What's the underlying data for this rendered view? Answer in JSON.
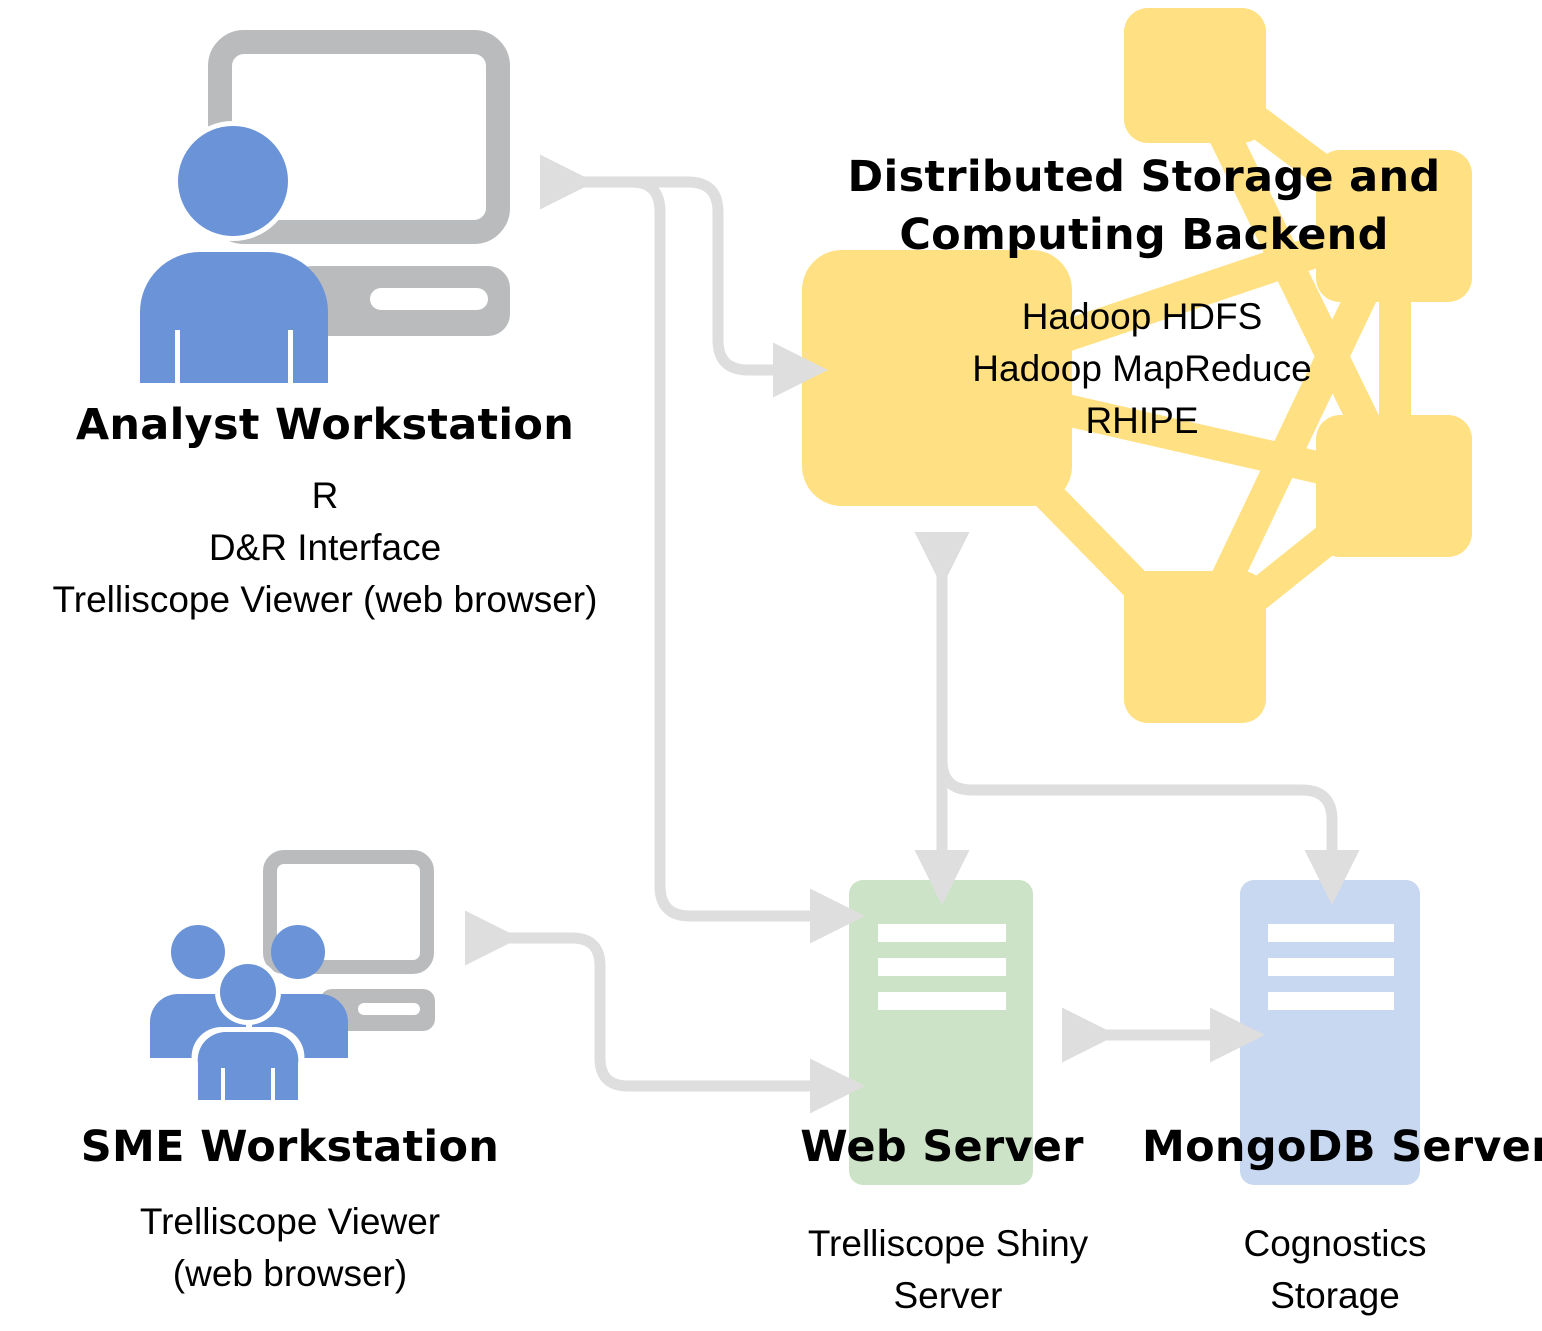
{
  "colors": {
    "person_blue": "#6a93d8",
    "monitor_gray": "#b9bbbd",
    "backend_yellow": "#ffe082",
    "web_server_green": "#cde3c8",
    "mongo_blue": "#c8d8f1",
    "arrow_gray": "#dedede"
  },
  "icons": {
    "analyst": "analyst-person-icon",
    "sme": "user-group-icon",
    "web_server": "server-icon",
    "mongo_server": "database-server-icon"
  },
  "analyst": {
    "title": "Analyst Workstation",
    "lines": [
      "R",
      "D&R Interface",
      "Trelliscope Viewer (web browser)"
    ]
  },
  "backend": {
    "title_line1": "Distributed Storage and",
    "title_line2": "Computing Backend",
    "lines": [
      "Hadoop HDFS",
      "Hadoop MapReduce",
      "RHIPE"
    ]
  },
  "sme": {
    "title": "SME Workstation",
    "lines": [
      "Trelliscope Viewer",
      "(web browser)"
    ]
  },
  "web_server": {
    "title": "Web Server",
    "lines": [
      "Trelliscope Shiny",
      "Server"
    ]
  },
  "mongo_server": {
    "title": "MongoDB Server",
    "lines": [
      "Cognostics",
      "Storage"
    ]
  }
}
